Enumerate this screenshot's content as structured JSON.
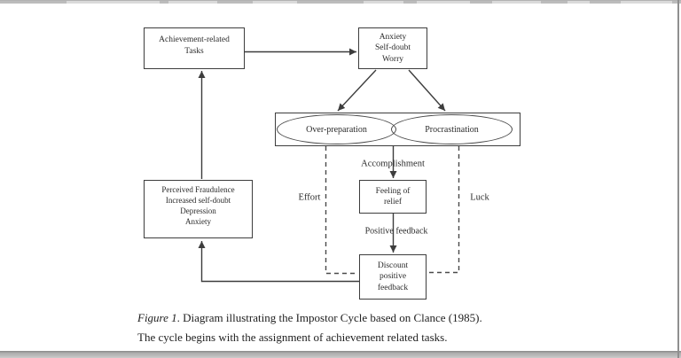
{
  "theme": {
    "page_bg": "#ffffff",
    "text_color": "#2b2b2b",
    "line_color": "#3d3d3d",
    "dash_color": "#4a4a4a",
    "top_bar_color": "#bcbcbc",
    "top_bar_highlight": "#dadada",
    "bottom_bar_color": "#ababab",
    "chrome_line_color": "#8f8f8f"
  },
  "diagram": {
    "boxes": {
      "achievement_tasks": {
        "text": "Achievement-related\nTasks"
      },
      "anxiety": {
        "text": "Anxiety\nSelf-doubt\nWorry"
      },
      "perceived_fraudulence": {
        "text": "Perceived Fraudulence\nIncreased self-doubt\nDepression\nAnxiety"
      },
      "feeling_of_relief": {
        "text": "Feeling of\nrelief"
      },
      "discount_feedback": {
        "text": "Discount\npositive\nfeedback"
      }
    },
    "ellipses": {
      "over_preparation": {
        "text": "Over-preparation"
      },
      "procrastination": {
        "text": "Procrastination"
      }
    },
    "labels": {
      "accomplishment": "Accomplishment",
      "effort": "Effort",
      "luck": "Luck",
      "positive_feedback": "Positive feedback"
    }
  },
  "caption": {
    "figure_label": "Figure 1",
    "line1_rest": ". Diagram illustrating the Impostor Cycle based on Clance (1985).",
    "line2": "The cycle begins with the assignment of achievement related tasks."
  }
}
